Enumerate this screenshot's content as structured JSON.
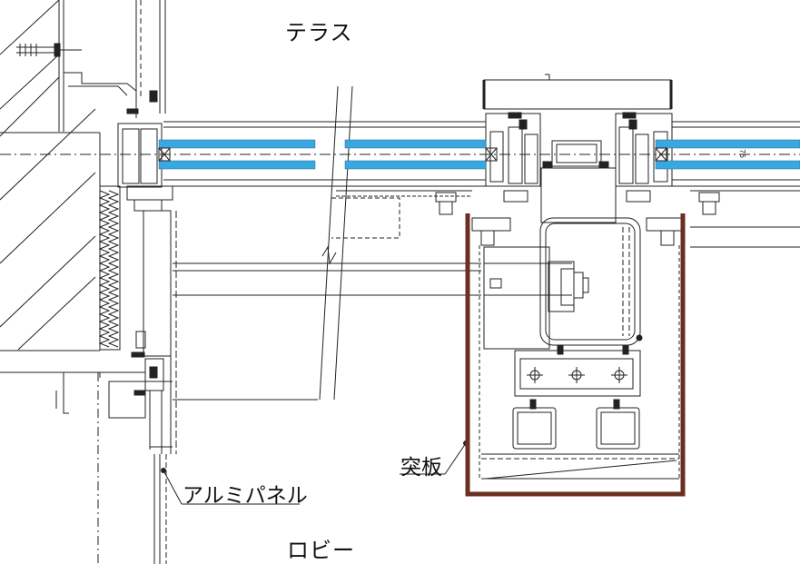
{
  "labels": {
    "terrace": "テラス",
    "lobby": "ロビー",
    "aluminum_panel": "アルミパネル",
    "protruding_plate": "突板",
    "dimension_75": "75"
  },
  "colors": {
    "line": "#222222",
    "glass": "#3aa8e0",
    "wood_edge": "#6b2e1f",
    "hatch": "#222222"
  }
}
